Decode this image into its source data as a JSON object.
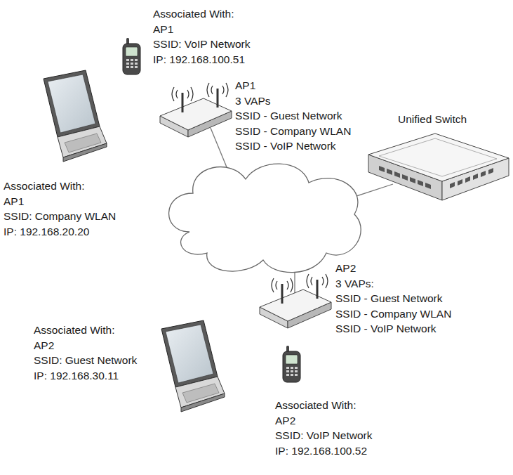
{
  "diagram": {
    "nodes": [
      {
        "text": [
          "Associated With:",
          "AP1",
          "SSID: VoIP Network",
          "IP: 192.168.100.51"
        ]
      },
      {
        "text": [
          "AP1",
          "3 VAPs",
          "SSID - Guest Network",
          "SSID - Company WLAN",
          "SSID - VoIP Network"
        ]
      },
      {
        "text": [
          "Unified Switch"
        ]
      },
      {
        "text": [
          "Associated With:",
          "AP1",
          "SSID: Company WLAN",
          "IP: 192.168.20.20"
        ]
      },
      {
        "text": [
          "AP2",
          "3 VAPs:",
          "SSID - Guest Network",
          "SSID - Company WLAN",
          "SSID - VoIP Network"
        ]
      },
      {
        "text": [
          "Associated With:",
          "AP2",
          "SSID: Guest Network",
          "IP: 192.168.30.11"
        ]
      },
      {
        "text": [
          "Associated With:",
          "AP2",
          "SSID: VoIP Network",
          "IP: 192.168.100.52"
        ]
      }
    ]
  }
}
